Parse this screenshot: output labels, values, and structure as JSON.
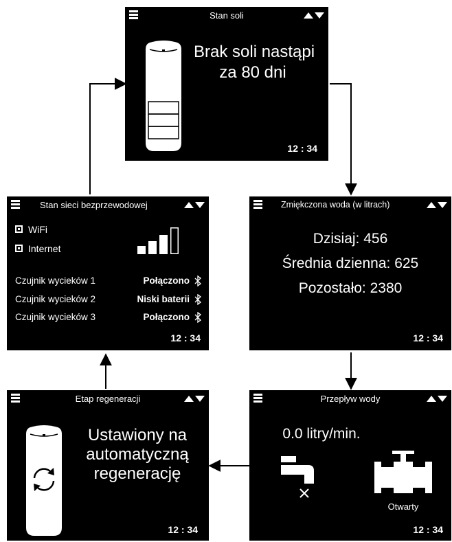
{
  "screens": {
    "salt": {
      "title": "Stan soli",
      "line1": "Brak soli nastąpi",
      "line2": "za 80 dni",
      "time": "12 : 34"
    },
    "wireless": {
      "title": "Stan sieci bezprzewodowej",
      "wifi_label": "WiFi",
      "internet_label": "Internet",
      "signal_level": 0.75,
      "sensors": [
        {
          "name": "Czujnik wycieków 1",
          "status": "Połączono"
        },
        {
          "name": "Czujnik wycieków 2",
          "status": "Niski baterii"
        },
        {
          "name": "Czujnik wycieków 3",
          "status": "Połączono"
        }
      ],
      "time": "12 : 34"
    },
    "softened": {
      "title": "Zmiękczona woda (w litrach)",
      "today": "Dzisiaj: 456",
      "daily_avg": "Średnia dzienna: 625",
      "remaining": "Pozostało: 2380",
      "time": "12 : 34"
    },
    "flow": {
      "title": "Przepływ wody",
      "rate": "0.0 litry/min.",
      "valve_status": "Otwarty",
      "time": "12 : 34"
    },
    "regen": {
      "title": "Etap regeneracji",
      "line1": "Ustawiony na",
      "line2": "automatyczną",
      "line3": "regenerację",
      "time": "12 : 34"
    }
  }
}
